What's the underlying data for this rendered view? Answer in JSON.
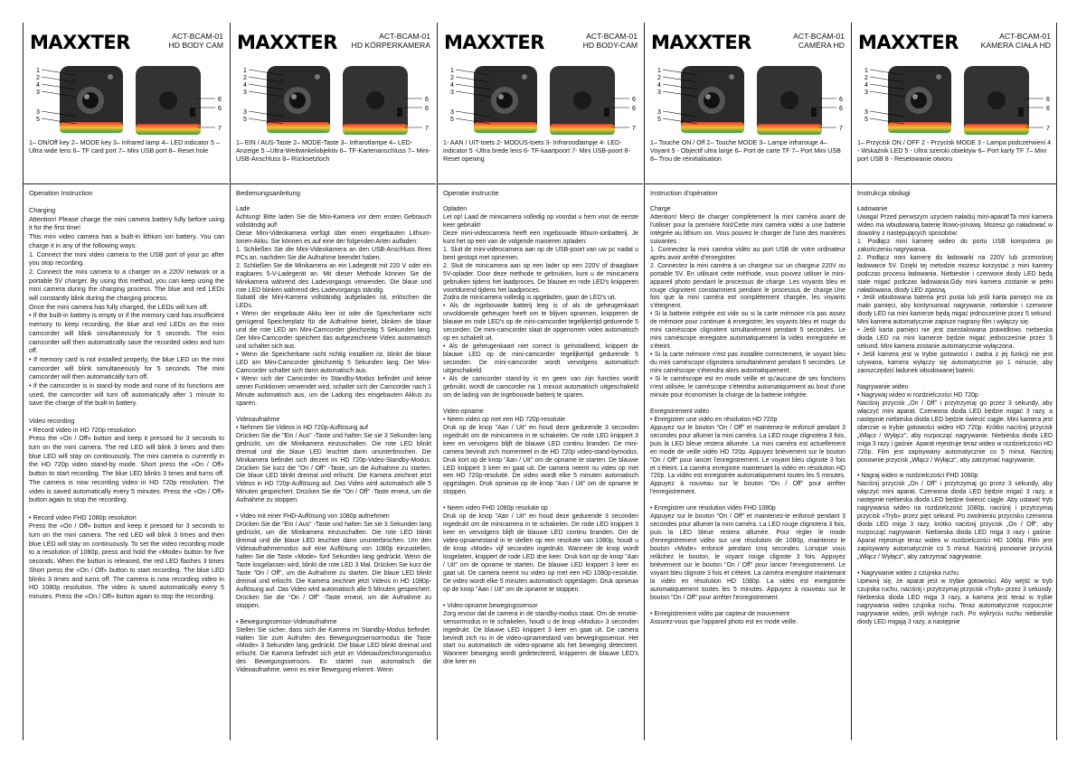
{
  "brand": "MAXXTER",
  "columns": [
    {
      "model": "ACT-BCAM-01",
      "product": "HD BODY CAM",
      "legend": "1– ON/Off key   2– MODE key   3– Infrared lamp   4– LED indicator 5 –Ultra wide lens   6– TF card port   7– Mini USB port   8– Reset hole",
      "section_title": "Operation Instruction",
      "text": "Charging\nAttention! Please charge the mini camera battery fully before using it for the first time!\nThis mini video camera has a built-in lithium ion battery. You can charge it in any of the following ways:\n1. Connect the mini video camera to the USB port of your pc after you stop recording.\n2. Connect the mini camera to a charger on a 220V network or a portable 5V charger. By using this method, you can keep using the mini camera during the charging process. The blue and red LEDs will constantly blink during the charging process.\nOnce the mini camera has fully charged, the LEDs will turn off.\n• If the built-in battery is empty or if the memory card has insufficient memory to keep recording, the blue and red LEDs on the mini camcorder will blink simultaneously for 5 seconds. The mini camcorder will then automatically save the recorded video and turn off.\n• If memory card is not installed properly, the blue LED on the mini camcorder will blink simultaneously for 5 seconds. The mini camcorder will then automatically turn off.\n• If the camcorder is in stand-by mode and none of its functions are used, the camcorder will turn off automatically after 1 minute to save the charge of the built-in battery.\n\nVideo recording\n• Record video in HD 720p resolution\nPress the «On / Off» button and keep it pressed for 3 seconds to turn on the mini camera. The red LED will blink 3 times and then blue LED will stay on continuously. The mini camera is currently in the HD 720p video stand-by mode. Short press the «On / Off» button to start recording. The blue LED blinks 3 times and turns off. The camera is now recording video in HD 720p resolution. The video is saved automatically every 5 minutes. Press the «On / Off» button again to stop the recording.\n\n• Record video FHD 1080p resolution\nPress the «On / Off» button and keep it pressed for 3 seconds to turn on the mini camera. The red LED will blink 3 times and then blue LED will stay on continuously. To set the video recording mode to a resolution of 1080p, press and hold the «Mode» button for five seconds. When the button is released, the red LED flashes 3 times Short press the «On / Off» button to start recording. The blue LED blinks 3 times and turns off. The camera is now recording video in HD 1080p resolution. The video is saved automatically every 5 minutes. Press the «On / Off» button again to stop the recording."
    },
    {
      "model": "ACT-BCAM-01",
      "product": "HD KÖRPERKAMERA",
      "legend": "1– EIN / AUS-Taste 2– MODE-Taste 3– Infrarotlampe 4– LED-Anzeige 5 –Ultra-Weitwinkelobjektiv 6– TF-Kartenanschluss 7– Mini-USB-Anschluss 8– Rücksetzloch",
      "section_title": "Bedienungsanleitung",
      "text": "Lade\nAchtung! Bitte laden Sie die Mini-Kamera vor dem ersten Gebrauch vollständig auf!\nDiese Mini-Videokamera verfügt über einen eingebauten Lithium-Ionen-Akku. Sie können es auf eine der folgenden Arten aufladen:\n1. Schließen Sie die Mini-Videokamera an den USB-Anschluss Ihres PCs an, nachdem Sie die Aufnahme beendet haben.\n2. Schließen Sie die Minikamera an ein Ladegerät mit 220 V oder ein tragbares 5-V-Ladegerät an. Mit dieser Methode können Sie die Minikamera während des Ladevorgangs verwenden. Die blaue und rote LED blinken während des Ladevorgangs ständig.\nSobald die Mini-Kamera vollständig aufgeladen ist, erlöschen die LEDs.\n• Wenn der eingebaute Akku leer ist oder die Speicherkarte nicht genügend Speicherplatz für die Aufnahme bietet, blinken die blaue und die rote LED am Mini-Camcorder gleichzeitig 5 Sekunden lang. Der Mini-Camcorder speichert das aufgezeichnete Video automatisch und schaltet sich aus.\n• Wenn die Speicherkarte nicht richtig installiert ist, blinkt die blaue LED am Mini-Camcorder gleichzeitig 5 Sekunden lang. Der Mini-Camcorder schaltet sich dann automatisch aus.\n• Wenn sich der Camcorder im Standby-Modus befindet und keine seiner Funktionen verwendet wird, schaltet sich der Camcorder nach 1 Minute automatisch aus, um die Ladung des eingebauten Akkus zu sparen.\n\nVideoaufnahme\n• Nehmen Sie Videos in HD 720p-Auflösung auf\nDrücken Sie die \"Ein / Aus\" -Taste und halten Sie sie 3 Sekunden lang gedrückt, um die Minikamera einzuschalten. Die rote LED blinkt dreimal und die blaue LED leuchtet dann ununterbrochen. Die Minikamera befindet sich derzeit im HD 720p-Video-Standby-Modus. Drücken Sie kurz die \"On / Off\" -Taste, um die Aufnahme zu starten. Die blaue LED blinkt dreimal und erlischt. Die Kamera zeichnet jetzt Videos in HD 720p-Auflösung auf. Das Video wird automatisch alle 5 Minuten gespeichert. Drücken Sie die \"On / Off\" -Taste erneut, um die Aufnahme zu stoppen.\n\n• Video mit einer FHD-Auflösung von 1080p aufnehmen\nDrücken Sie die \"Ein / Aus\" -Taste und halten Sie sie 3 Sekunden lang gedrückt, um die Minikamera einzuschalten. Die rote LED blinkt dreimal und die blaue LED leuchtet dann ununterbrochen. Um den Videoaufnahmemodus auf eine Auflösung von 1080p einzustellen, halten Sie die Taste «Mode» fünf Sekunden lang gedrückt. Wenn die Taste losgelassen wird, blinkt die rote LED 3 Mal. Drücken Sie kurz die Taste \"On / Off\", um die Aufnahme zu starten. Die blaue LED blinkt dreimal und erlischt. Die Kamera zeichnet jetzt Videos in HD 1080p-Auflösung auf. Das Video wird automatisch alle 5 Minuten gespeichert. Drücken Sie die \"On / Off\" -Taste erneut, um die Aufnahme zu stoppen.\n\n• Bewegungssensor-Videoaufnahme\nStellen Sie sicher, dass sich die Kamera im Standby-Modus befindet. Halten Sie zum Aufrufen des Bewegungssensormodus die Taste «Mode» 3 Sekunden lang gedrückt. Die blaue LED blinkt dreimal und erlischt. Die Kamera befindet sich jetzt im Videoaufzeichnungsmodus des Bewegungssensors. Es startet nun automatisch die Videoaufnahme, wenn es eine Bewegung erkennt. Wenn"
    },
    {
      "model": "ACT-BCAM-01",
      "product": "HD BODY-CAM",
      "legend": "1- AAN / UIT-toets 2- MODUS-toets 3- Infraroodlampje 4- LED-indicator 5 -Ultra brede lens 6- TF-kaartpoort 7- Mini USB-poort 8- Reset opening",
      "section_title": "Operatie instructie",
      "text": "Opladen\nLet op! Laad de minicamera volledig op voordat u hem voor de eerste keer gebruikt!\nDeze mini-videocamera heeft een ingebouwde lithium-ionbatterij. Je kunt het op een van de volgende manieren opladen:\n1. Sluit de mini-videocamera aan op de USB-poort van uw pc nadat u bent gestopt met opnemen.\n2. Sluit de minicamera aan op een lader op een 220V of draagbare 5V-oplader. Door deze methode te gebruiken, kunt u de minicamera gebruiken tijdens het laadproces. De blauwe en rode LED's knipperen voortdurend tijdens het laadproces.\nZodra de minicamera volledig is opgeladen, gaan de LED's uit.\n• Als de ingebouwde batterij leeg is of als de geheugenkaart onvoldoende geheugen heeft om te blijven opnemen, knipperen de blauwe en rode LED's op de mini-camcorder tegelijkertijd gedurende 5 seconden. De mini-camcorder slaat de opgenomen video automatisch op en schakelt uit.\n• Als de geheugenkaart niet correct is geïnstalleerd, knippert de blauwe LED op de mini-camcorder tegelijkertijd gedurende 5 seconden. De mini-camcorder wordt vervolgens automatisch uitgeschakeld.\n• Als de camcorder stand-by is en geen van zijn functies wordt gebruikt, wordt de camcorder na 1 minuut automatisch uitgeschakeld om de lading van de ingebouwde batterij te sparen.\n\nVideo-opname\n• Neem video op met een HD 720p-resolutie\nDruk op de knop \"Aan / Uit\" en houd deze gedurende 3 seconden ingedrukt om de minicamera in te schakelen. De rode LED knippert 3 keer en vervolgens blijft de blauwe LED continu branden. De mini-camera bevindt zich momenteel in de HD 720p video-stand-bymodus. Druk kort op de knop \"Aan / Uit\" om de opname te starten. De blauwe LED knippert 3 keer en gaat uit. De camera neemt nu video op met een HD 720p-resolutie. De video wordt elke 5 minuten automatisch opgeslagen. Druk opnieuw op de knop \"Aan / Uit\" om de opname te stoppen.\n\n• Neem video FHD 1080p resolutie op\nDruk op de knop \"Aan / Uit\" en houd deze gedurende 3 seconden ingedrukt om de minicamera in te schakelen. De rode LED knippert 3 keer en vervolgens blijft de blauwe LED continu branden. Om de video-opnamestand in te stellen op een resolutie van 1080p, houdt u de knop «Mode» vijf seconden ingedrukt. Wanneer de knop wordt losgelaten, knippert de rode LED drie keer. Druk kort op de knop \"Aan / Uit\" om de opname te starten. De blauwe LED knippert 3 keer en gaat uit. De camera neemt nu video op met een HD 1080p-resolutie. De video wordt elke 5 minuten automatisch opgeslagen. Druk opnieuw op de knop \"Aan / Uit\" om de opname te stoppen.\n\n• Video-opname bewegingssensor\nZorg ervoor dat de camera in de standby-modus staat. Om de emotie-sensormodus in te schakelen, houdt u de knop «Modus» 3 seconden ingedrukt. De blauwe LED knippert 3 keer en gaat uit. De camera bevindt zich nu in de video-opnamestand van bewegingssensor. Het start nu automatisch de video-opname als het beweging detecteert. Wanneer beweging wordt gedetecteerd, knipperen de blauwe LED's drie keer en"
    },
    {
      "model": "ACT-BCAM-01",
      "product": "CAMÉRA HD",
      "legend": "1– Touche ON / Off 2– Touche MODE 3– Lampe infrarouge 4– Voyant 5 - Objectif ultra large 6– Port de carte TF 7– Port Mini USB 8– Trou de réinitialisation",
      "section_title": "Instruction d'opération",
      "text": "Charge\nAttention! Merci de charger complètement la mini caméra avant de l'utiliser pour la première fois!Cette mini caméra vidéo a une batterie intégrée au lithium ion. Vous pouvez le charger de l'une des manières suivantes :\n1. Connectez la mini caméra vidéo au port USB de votre ordinateur après avoir arrêté d'enregistrer.\n2. Connectez la mini caméra à un chargeur sur un chargeur 220V ou portable 5V. En utilisant cette méthode, vous pouvez utiliser le mini-appareil photo pendant le processus de charge. Les voyants bleu et rouge clignotent constamment pendant le processus de charge.Une fois que la mini caméra est complètement chargée, les voyants s'éteignent.\n• Si la batterie intégrée est vide ou si la carte mémoire n'a pas assez de mémoire pour continuer à enregistrer, les voyants bleu et rouge du mini caméscope clignotent simultanément pendant 5 secondes. Le mini caméscope enregistre automatiquement la vidéo enregistrée et s'éteint.\n• Si la carte mémoire n'est pas installée correctement, le voyant bleu du mini caméscope clignotera simultanément pendant 5 secondes. Le mini caméscope s'éteindra alors automatiquement.\n• Si le caméscope est en mode veille et qu'aucune de ses fonctions n'est utilisée, le caméscope s'éteindra automatiquement au bout d'une minute pour économiser la charge de la batterie intégrée.\n\nEnregistrement vidéo\n• Enregistrer une vidéo en résolution HD 720p\nAppuyez sur le bouton \"On / Off\" et maintenez-le enfoncé pendant 3 secondes pour allumer la mini caméra. La LED rouge clignotera 3 fois, puis la LED bleue restera allumée. La mini caméra est actuellement en mode de veille vidéo HD 720p. Appuyez brièvement sur le bouton \"On / Off\" pour lancer l'enregistrement. Le voyant bleu clignote 3 fois et s'éteint. La caméra enregistre maintenant la vidéo en résolution HD 720p. La vidéo est enregistrée automatiquement toutes les 5 minutes. Appuyez à nouveau sur le bouton \"On / Off\" pour arrêter l'enregistrement.\n\n• Enregistrer une résolution vidéo FHD 1080p\nAppuyez sur le bouton \"On / Off\" et maintenez-le enfoncé pendant 3 secondes pour allumer la mini caméra. La LED rouge clignotera 3 fois, puis la LED bleue restera allumée. Pour régler le mode d'enregistrement vidéo sur une résolution de 1080p, maintenez le bouton «Mode» enfoncé pendant cinq secondes. Lorsque vous relâchez le bouton, le voyant rouge clignote 3 fois. Appuyez brièvement sur le bouton \"On / Off\" pour lancer l'enregistrement. Le voyant bleu clignote 3 fois et s'éteint. La caméra enregistre maintenant la vidéo en résolution HD 1080p. La vidéo est enregistrée automatiquement toutes les 5 minutes. Appuyez à nouveau sur le bouton \"On / Off\" pour arrêter l'enregistrement.\n\n• Enregistrement vidéo par capteur de mouvement\nAssurez-vous que l'appareil photo est en mode veille."
    },
    {
      "model": "ACT-BCAM-01",
      "product": "KAMERA CIAŁA HD",
      "legend": "1– Przycisk ON / OFF 2 - Przycisk MODE 3 - Lampa podczerwieni 4 - Wskaźnik LED 5 - Ultra szeroki obiektyw 6– Port karty TF 7– Mini port USB 8 - Resetowanie otworu",
      "section_title": "Instrukcja obsługi",
      "text": "Ładowanie\nUwaga! Przed pierwszym użyciem naładuj mini-aparat!Ta mini kamera wideo ma wbudowaną baterię litowo-jonową. Możesz go naładować w dowolny z następujących sposobów:\n1. Podłącz mini kamerę wideo do portu USB komputera po zakończeniu nagrywania.\n2. Podłącz mini kamerę do ładowarki na 220V lub przenośnej ładowarce 5V. Dzięki tej metodzie możesz korzystać z mini kamery podczas procesu ładowania. Niebieskie i czerwone diody LED będą stale migać podczas ładowania.Gdy mini kamera zostanie w pełni naładowana, diody LED zgasną.\n• Jeśli wbudowana bateria jest pusta lub jeśli karta pamięci ma za mało pamięci, aby kontynuować nagrywanie, niebieskie i czerwone diody LED na mini kamerze będą migać jednocześnie przez 5 sekund. Mini kamera automatycznie zapisze nagrany film i wyłączy się.\n• Jeśli karta pamięci nie jest zainstalowana prawidłowo, niebieska dioda LED na mini kamerze będzie migać jednocześnie przez 5 sekund. Mini kamera zostanie automatycznie wyłączona.\n• Jeśli kamera jest w trybie gotowości i żadna z jej funkcji nie jest używana, kamera wyłączy się automatycznie po 1 minucie, aby zaoszczędzić ładunek wbudowanej baterii.\n\nNagrywanie wideo\n• Nagrywaj wideo w rozdzielczości HD 720p\nNaciśnij przycisk „On / Off\" i przytrzymaj go przez 3 sekundy, aby włączyć mini aparat. Czerwona dioda LED będzie migać 3 razy, a następnie niebieska dioda LED będzie świecić ciągle. Mini kamera jest obecnie w trybie gotowości wideo HD 720p. Krótko naciśnij przycisk „Włącz / Wyłącz\", aby rozpocząć nagrywanie. Niebieska dioda LED miga 3 razy i gaśnie. Aparat rejestruje teraz wideo w rozdzielczości HD 720p. Film jest zapisywany automatycznie co 5 minut. Naciśnij ponownie przycisk „Włącz / Wyłącz\", aby zatrzymać nagrywanie.\n\n• Nagraj wideo w rozdzielczości FHD 1080p\nNaciśnij przycisk „On / Off\" i przytrzymaj go przez 3 sekundy, aby włączyć mini aparat. Czerwona dioda LED będzie migać 3 razy, a następnie niebieska dioda LED będzie świecić ciągle. Aby ustawić tryb nagrywania wideo na rozdzielczość 1080p, naciśnij i przytrzymaj przycisk «Tryb» przez pięć sekund. Po zwolnieniu przycisku czerwona dioda LED miga 3 razy, krótko naciśnij przycisk „On / Off\", aby rozpocząć nagrywanie. Niebieska dioda LED miga 3 razy i gaśnie. Aparat rejestruje teraz wideo w rozdzielczości HD 1080p. Film jest zapisywany automatycznie co 5 minut. Naciśnij ponownie przycisk „Włącz / Wyłącz\", aby zatrzymać nagrywanie.\n\n• Nagrywanie wideo z czujnika ruchu\nUpewnij się, że aparat jest w trybie gotowości. Aby wejść w tryb czujnika ruchu, naciśnij i przytrzymaj przycisk «Tryb» przez 3 sekundy. Niebieska dioda LED miga 3 razy, a kamera jest teraz w trybie nagrywania wideo czujnika ruchu. Teraz automatycznie rozpocznie nagrywanie wideo, jeśli wykryje ruch. Po wykryciu ruchu niebieskie diody LED migają 3 razy, a następnie"
    }
  ],
  "callouts": [
    "1",
    "2",
    "3",
    "4",
    "5",
    "6",
    "7",
    "8"
  ]
}
